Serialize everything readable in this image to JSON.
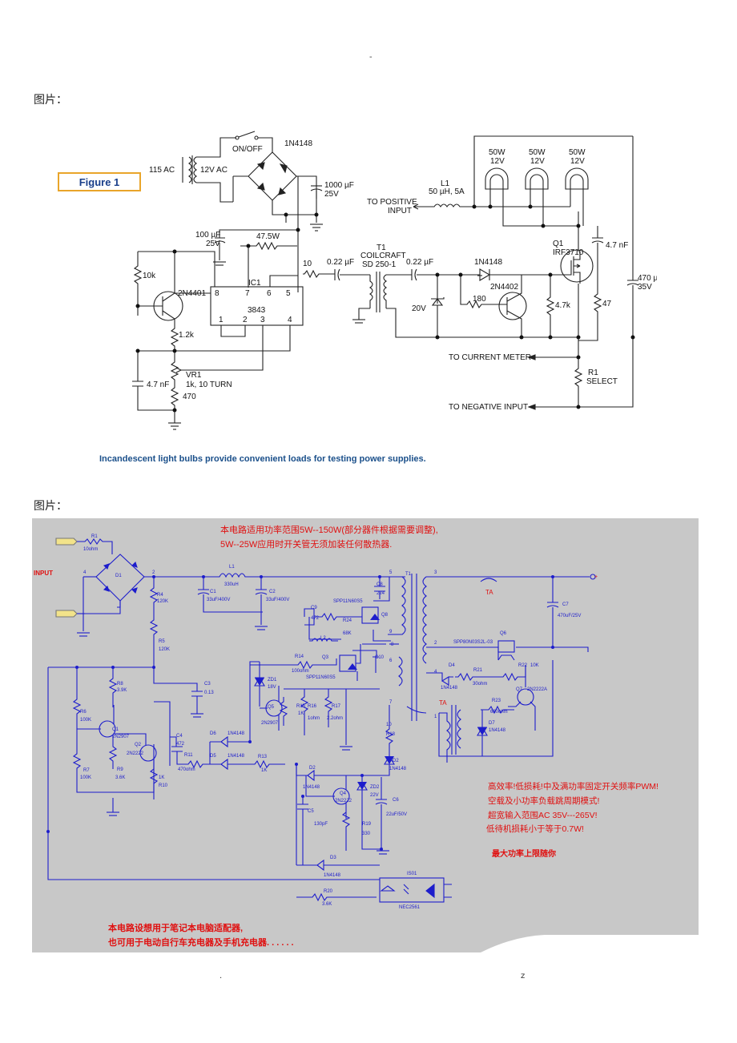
{
  "page": {
    "top_mark": "-",
    "label_1": "图片：",
    "label_2": "图片：",
    "footer_left": ".",
    "footer_right": "z"
  },
  "figure1": {
    "badge": "Figure 1",
    "caption": "Incandescent light bulbs provide convenient loads for testing power supplies.",
    "labels": {
      "ac_in": "115 AC",
      "ac_out": "12V AC",
      "switch": "ON/OFF",
      "bridge": "1N4148",
      "cap_main": "1000 µF",
      "cap_main_v": "25V",
      "positive_input": "TO POSITIVE",
      "positive_input2": "INPUT",
      "inductor": "L1",
      "inductor_val": "50 µH, 5A",
      "bulb1_w": "50W",
      "bulb1_v": "12V",
      "bulb2_w": "50W",
      "bulb2_v": "12V",
      "bulb3_w": "50W",
      "bulb3_v": "12V",
      "cap_100": "100 µF",
      "cap_100_v": "25V",
      "res_47w": "47.5W",
      "res_10k": "10k",
      "q_2n4401": "2N4401",
      "ic_name": "IC1",
      "ic_part": "3843",
      "pin8": "8",
      "pin7": "7",
      "pin6": "6",
      "pin5": "5",
      "pin1": "1",
      "pin2": "2",
      "pin3": "3",
      "pin4": "4",
      "res_10": "10",
      "cap_022a": "0.22 µF",
      "xfmr": "T1",
      "xfmr_brand": "COILCRAFT",
      "xfmr_part": "SD 250-1",
      "cap_022b": "0.22 µF",
      "diode": "1N4148",
      "q_2n4402": "2N4402",
      "zener": "20V",
      "res_180": "180",
      "res_47k": "4.7k",
      "q1": "Q1",
      "q1_part": "IRF3710",
      "cap_47nf_a": "4.7 nF",
      "res_47": "47",
      "cap_470": "470 µF",
      "cap_470_v": "35V",
      "res_12k": "1.2k",
      "vr1": "VR1",
      "vr1_val": "1k, 10 TURN",
      "cap_47nf_b": "4.7 nF",
      "res_470": "470",
      "current_meter": "TO CURRENT METER",
      "r1": "R1",
      "r1_select": "SELECT",
      "negative_input": "TO NEGATIVE INPUT"
    }
  },
  "figure2": {
    "title_line1": "本电路适用功率范围5W--150W(部分器件根据需要调整),",
    "title_line2": "5W--25W应用时开关管无须加装任何散热器.",
    "input_label": "INPUT",
    "features": [
      "高效率!低损耗!中及满功率固定开关频率PWM!",
      "空载及小功率负载跳周期模式!",
      "超宽输入范围AC 35V---265V!",
      "低待机损耗小于等于0.7W!"
    ],
    "max_power": "最大功率上限随你",
    "bottom_line1": "本电路设想用于笔记本电脑适配器,",
    "bottom_line2": "也可用于电动自行车充电器及手机充电器. . . . . .",
    "labels": {
      "r1": "R1",
      "r1v": "10ohm",
      "d1": "D1",
      "l1": "L1",
      "l1v": "330uH",
      "c1": "C1",
      "c1v": "33uF/400V",
      "c2": "C2",
      "c2v": "33uF/400V",
      "r4": "R4",
      "r4v": "120K",
      "r5": "R5",
      "r5v": "120K",
      "c3": "C3",
      "c3v": "0.13",
      "c8": "C8",
      "c8v": "224",
      "c9": "C9",
      "c9v": "472",
      "r24": "R24",
      "r24v": "68K",
      "q8": "Q8",
      "spp": "SPP11N60S5",
      "l2": "L2",
      "r14": "R14",
      "r14v": "100ohm",
      "q3": "Q3",
      "spp2": "SPP11N60S5",
      "c10": "C10",
      "zd1": "ZD1",
      "zd1v": "18V",
      "t1": "T1",
      "ta1": "TA",
      "c7": "C7",
      "c7v": "470uF/25V",
      "q6": "Q6",
      "q6part": "SPP80N03S2L-03",
      "d4": "D4",
      "d4v": "1N4148",
      "r21": "R21",
      "r21v": "30ohm",
      "r22": "R22",
      "r22v": "10K",
      "q7": "Q7",
      "q7v": "2N2222A",
      "r23": "R23",
      "r23v": "680ohm",
      "d7": "D7",
      "d7v": "1N4148",
      "ta2": "TA",
      "r8": "R8",
      "r8v": "3.9K",
      "r6": "R6",
      "r6v": "100K",
      "q1": "Q1",
      "q1v": "2N2907",
      "q2": "Q2",
      "q2v": "2N2222",
      "c4": "C4",
      "c4v": "472",
      "r7": "R7",
      "r7v": "100K",
      "r9": "R9",
      "r9v": "3.6K",
      "r10": "1K",
      "r10v": "R10",
      "r11": "R11",
      "r11v": "470ohm",
      "d6": "D6",
      "d6v": "1N4148",
      "d5": "D5",
      "d5v": "1N4148",
      "q5": "Q5",
      "q5v": "2N2907",
      "r15": "R15",
      "r15v": "1K",
      "r16": "R16",
      "r16v": "1ohm",
      "r17": "R17",
      "r17v": "2.2ohm",
      "r13": "R13",
      "r13v": "1K",
      "r18v": "10",
      "r18": "R18",
      "d2": "D2",
      "d2v": "1N4148",
      "d2b": "D2",
      "d2bv": "1N4148",
      "q4": "Q4",
      "q4v": "2N2222",
      "zd2": "ZD2",
      "zd2v": "22V",
      "c6": "C6",
      "c6v": "22uF/50V",
      "c5": "C5",
      "c5v": "130pF",
      "r19": "R19",
      "r19v": "330",
      "d3": "D3",
      "d3v": "1N4148",
      "ic1": "IS01",
      "ic1v": "NEC2561",
      "r20": "R20",
      "r20v": "3.6K",
      "plus": "+",
      "n1": "1",
      "n2": "2",
      "n3": "3",
      "n4": "4",
      "n5": "5",
      "n6": "6",
      "n7": "7",
      "n8": "8",
      "n9": "9"
    }
  },
  "colors": {
    "figure2_bg": "#c8c8c8",
    "figure2_line": "#1d1dcc",
    "figure2_red": "#e01010",
    "figure1_caption": "#1a4f8a",
    "badge_border": "#e9a52a",
    "badge_text": "#1a3f8a"
  }
}
